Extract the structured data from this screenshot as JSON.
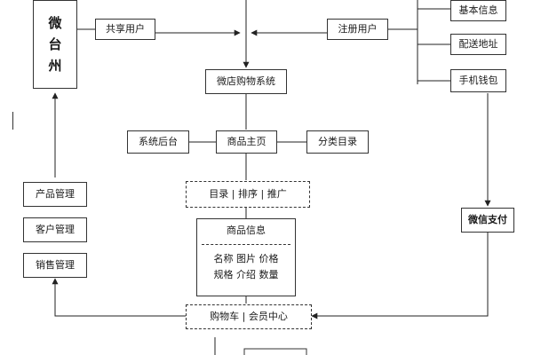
{
  "diagram": {
    "weitaizhou": {
      "chars": [
        "微",
        "台",
        "州"
      ]
    },
    "share_user": "共享用户",
    "register_user": "注册用户",
    "basic_info": "基本信息",
    "delivery_address": "配送地址",
    "mobile_wallet": "手机钱包",
    "weidian_system": "微店购物系统",
    "system_backend": "系统后台",
    "product_home": "商品主页",
    "category_menu": "分类目录",
    "catalog_sort_promo": "目录 | 排序 | 推广",
    "product_info": {
      "title": "商品信息",
      "line1": "名称  图片  价格",
      "line2": "规格  介绍  数量"
    },
    "product_mgmt": "产品管理",
    "customer_mgmt": "客户管理",
    "sales_mgmt": "销售管理",
    "wechat_pay": "微信支付",
    "cart_member": "购物车  | 会员中心"
  }
}
